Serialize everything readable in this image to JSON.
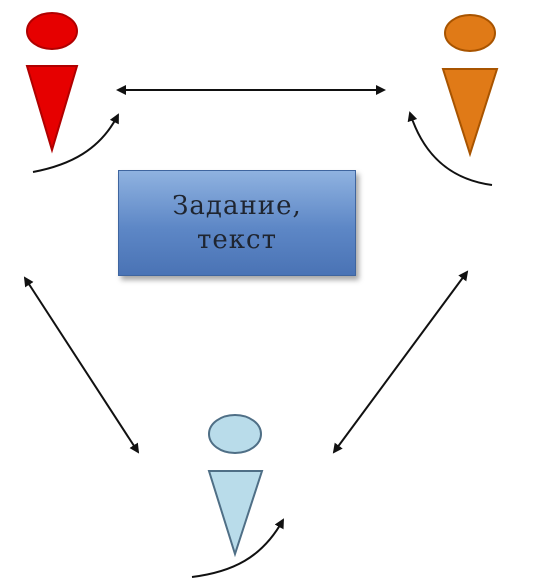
{
  "task_box": {
    "line1": "Задание,",
    "line2": "текст"
  },
  "people": [
    {
      "name": "person-top-left",
      "head_color": "#e60000",
      "body_color": "#e60000",
      "outline": "#b00000"
    },
    {
      "name": "person-top-right",
      "head_color": "#e07a17",
      "body_color": "#e07a17",
      "outline": "#a85400"
    },
    {
      "name": "person-bottom",
      "head_color": "#b9dcea",
      "body_color": "#b9dcea",
      "outline": "#4f6f86"
    }
  ],
  "arrow_color": "#111111"
}
